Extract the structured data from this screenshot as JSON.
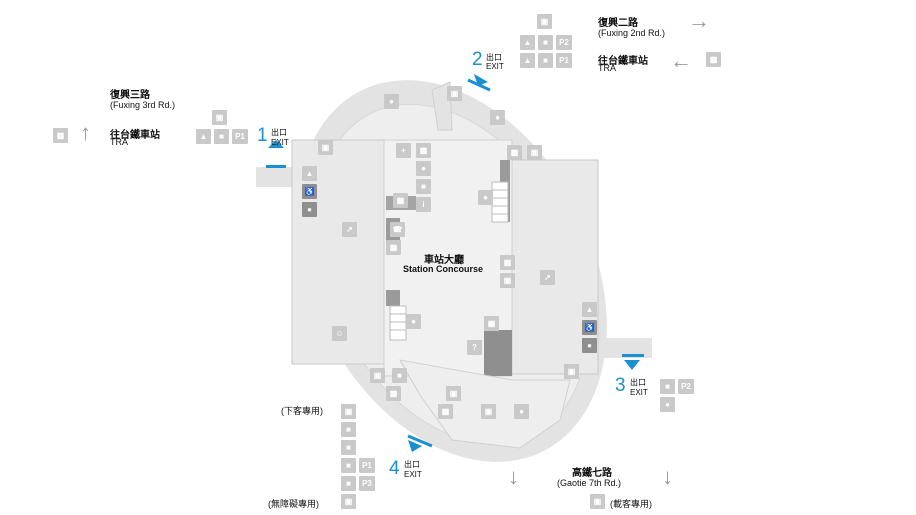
{
  "map": {
    "center": {
      "zh": "車站大廳",
      "en": "Station Concourse"
    }
  },
  "labels": {
    "fuxing3_zh": "復興三路",
    "fuxing3_en": "(Fuxing 3rd Rd.)",
    "fuxing2_zh": "復興二路",
    "fuxing2_en": "(Fuxing 2nd Rd.)",
    "tra_zh_left": "往台鐵車站",
    "tra_en_left": "TRA",
    "tra_zh_right": "往台鐵車站",
    "tra_en_right": "TRA",
    "gaotie_zh": "高鐵七路",
    "gaotie_en": "(Gaotie 7th Rd.)",
    "dropoff": "(下客專用)",
    "accessible": "(無障礙專用)",
    "pickup": "(載客專用)"
  },
  "exits": [
    {
      "num": "1",
      "zh": "出口",
      "en": "EXIT"
    },
    {
      "num": "2",
      "zh": "出口",
      "en": "EXIT"
    },
    {
      "num": "3",
      "zh": "出口",
      "en": "EXIT"
    },
    {
      "num": "4",
      "zh": "出口",
      "en": "EXIT"
    }
  ],
  "parking": {
    "p1": "P1",
    "p2": "P2",
    "p3": "P3"
  },
  "colors": {
    "outer_ring": "#e3e3e3",
    "inner_floor": "#ededed",
    "walls": "#bdbdbd",
    "dark_blocks": "#8f8f8f",
    "exit_accent": "#1a8fd1",
    "icon_gray": "#c9c9c9"
  },
  "icons": [
    "escalator-icon",
    "elevator-icon",
    "restroom-icon",
    "accessible-icon",
    "first-aid-icon",
    "info-icon",
    "help-icon",
    "atm-icon",
    "food-icon",
    "phone-icon",
    "tram-icon",
    "car-icon",
    "scooter-icon",
    "bicycle-icon",
    "parking-icon",
    "ticket-gate-icon"
  ]
}
